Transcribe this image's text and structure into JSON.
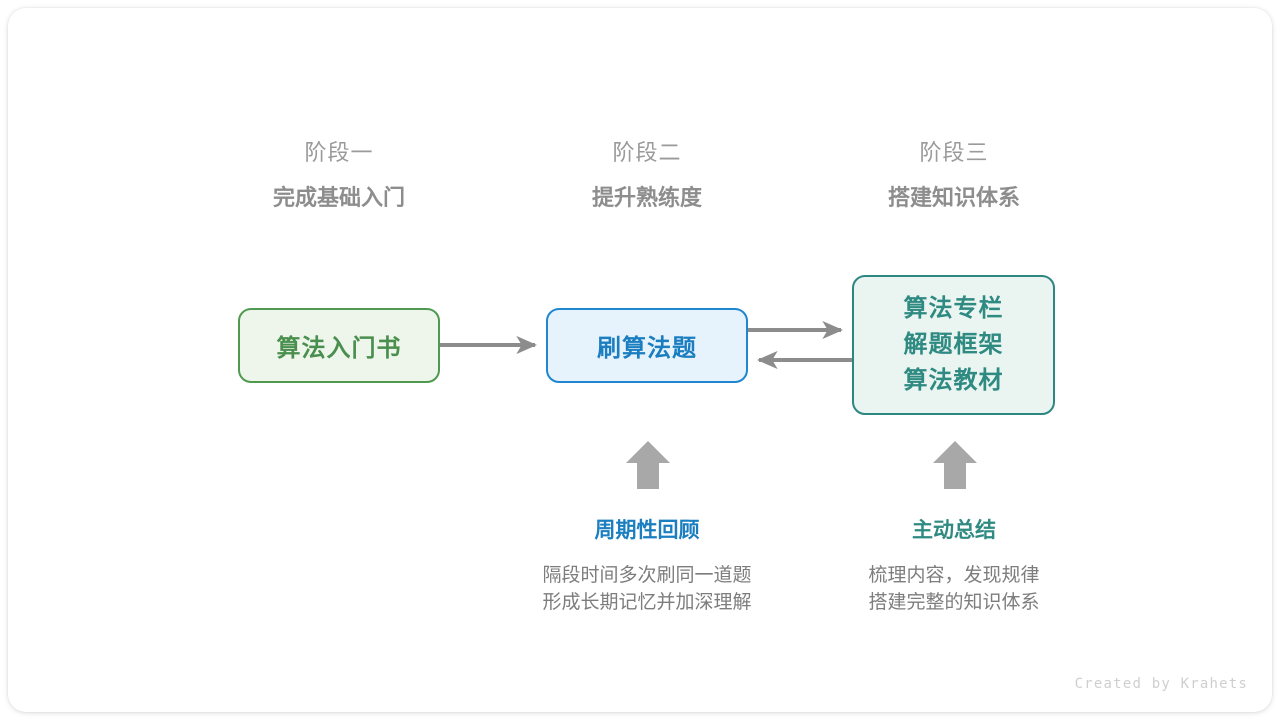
{
  "canvas": {
    "background": "#ffffff",
    "footer_credit": "Created by Krahets"
  },
  "stages": [
    {
      "index_label": "阶段一",
      "title": "完成基础入门"
    },
    {
      "index_label": "阶段二",
      "title": "提升熟练度"
    },
    {
      "index_label": "阶段三",
      "title": "搭建知识体系"
    }
  ],
  "nodes": {
    "book": {
      "label": "算法入门书",
      "border_color": "#4f9a50",
      "fill_color": "#eef6ec",
      "text_color": "#4a8f4e"
    },
    "practice": {
      "label": "刷算法题",
      "border_color": "#1f86cf",
      "fill_color": "#e7f3fc",
      "text_color": "#1a7ec0"
    },
    "system": {
      "line1": "算法专栏",
      "line2": "解题框架",
      "line3": "算法教材",
      "border_color": "#2e8680",
      "fill_color": "#eaf4f1",
      "text_color": "#2f8a82"
    }
  },
  "connectors": {
    "color": "#8c8c8c",
    "book_to_practice": "arrow-right",
    "practice_to_system": "arrow-right",
    "system_to_practice": "arrow-left",
    "up_arrow_review": "arrow-up",
    "up_arrow_summary": "arrow-up"
  },
  "notes": [
    {
      "title": "周期性回顾",
      "accent": "#1a7ec0",
      "body_line1": "隔段时间多次刷同一道题",
      "body_line2": "形成长期记忆并加深理解"
    },
    {
      "title": "主动总结",
      "accent": "#2f8a82",
      "body_line1": "梳理内容，发现规律",
      "body_line2": "搭建完整的知识体系"
    }
  ]
}
